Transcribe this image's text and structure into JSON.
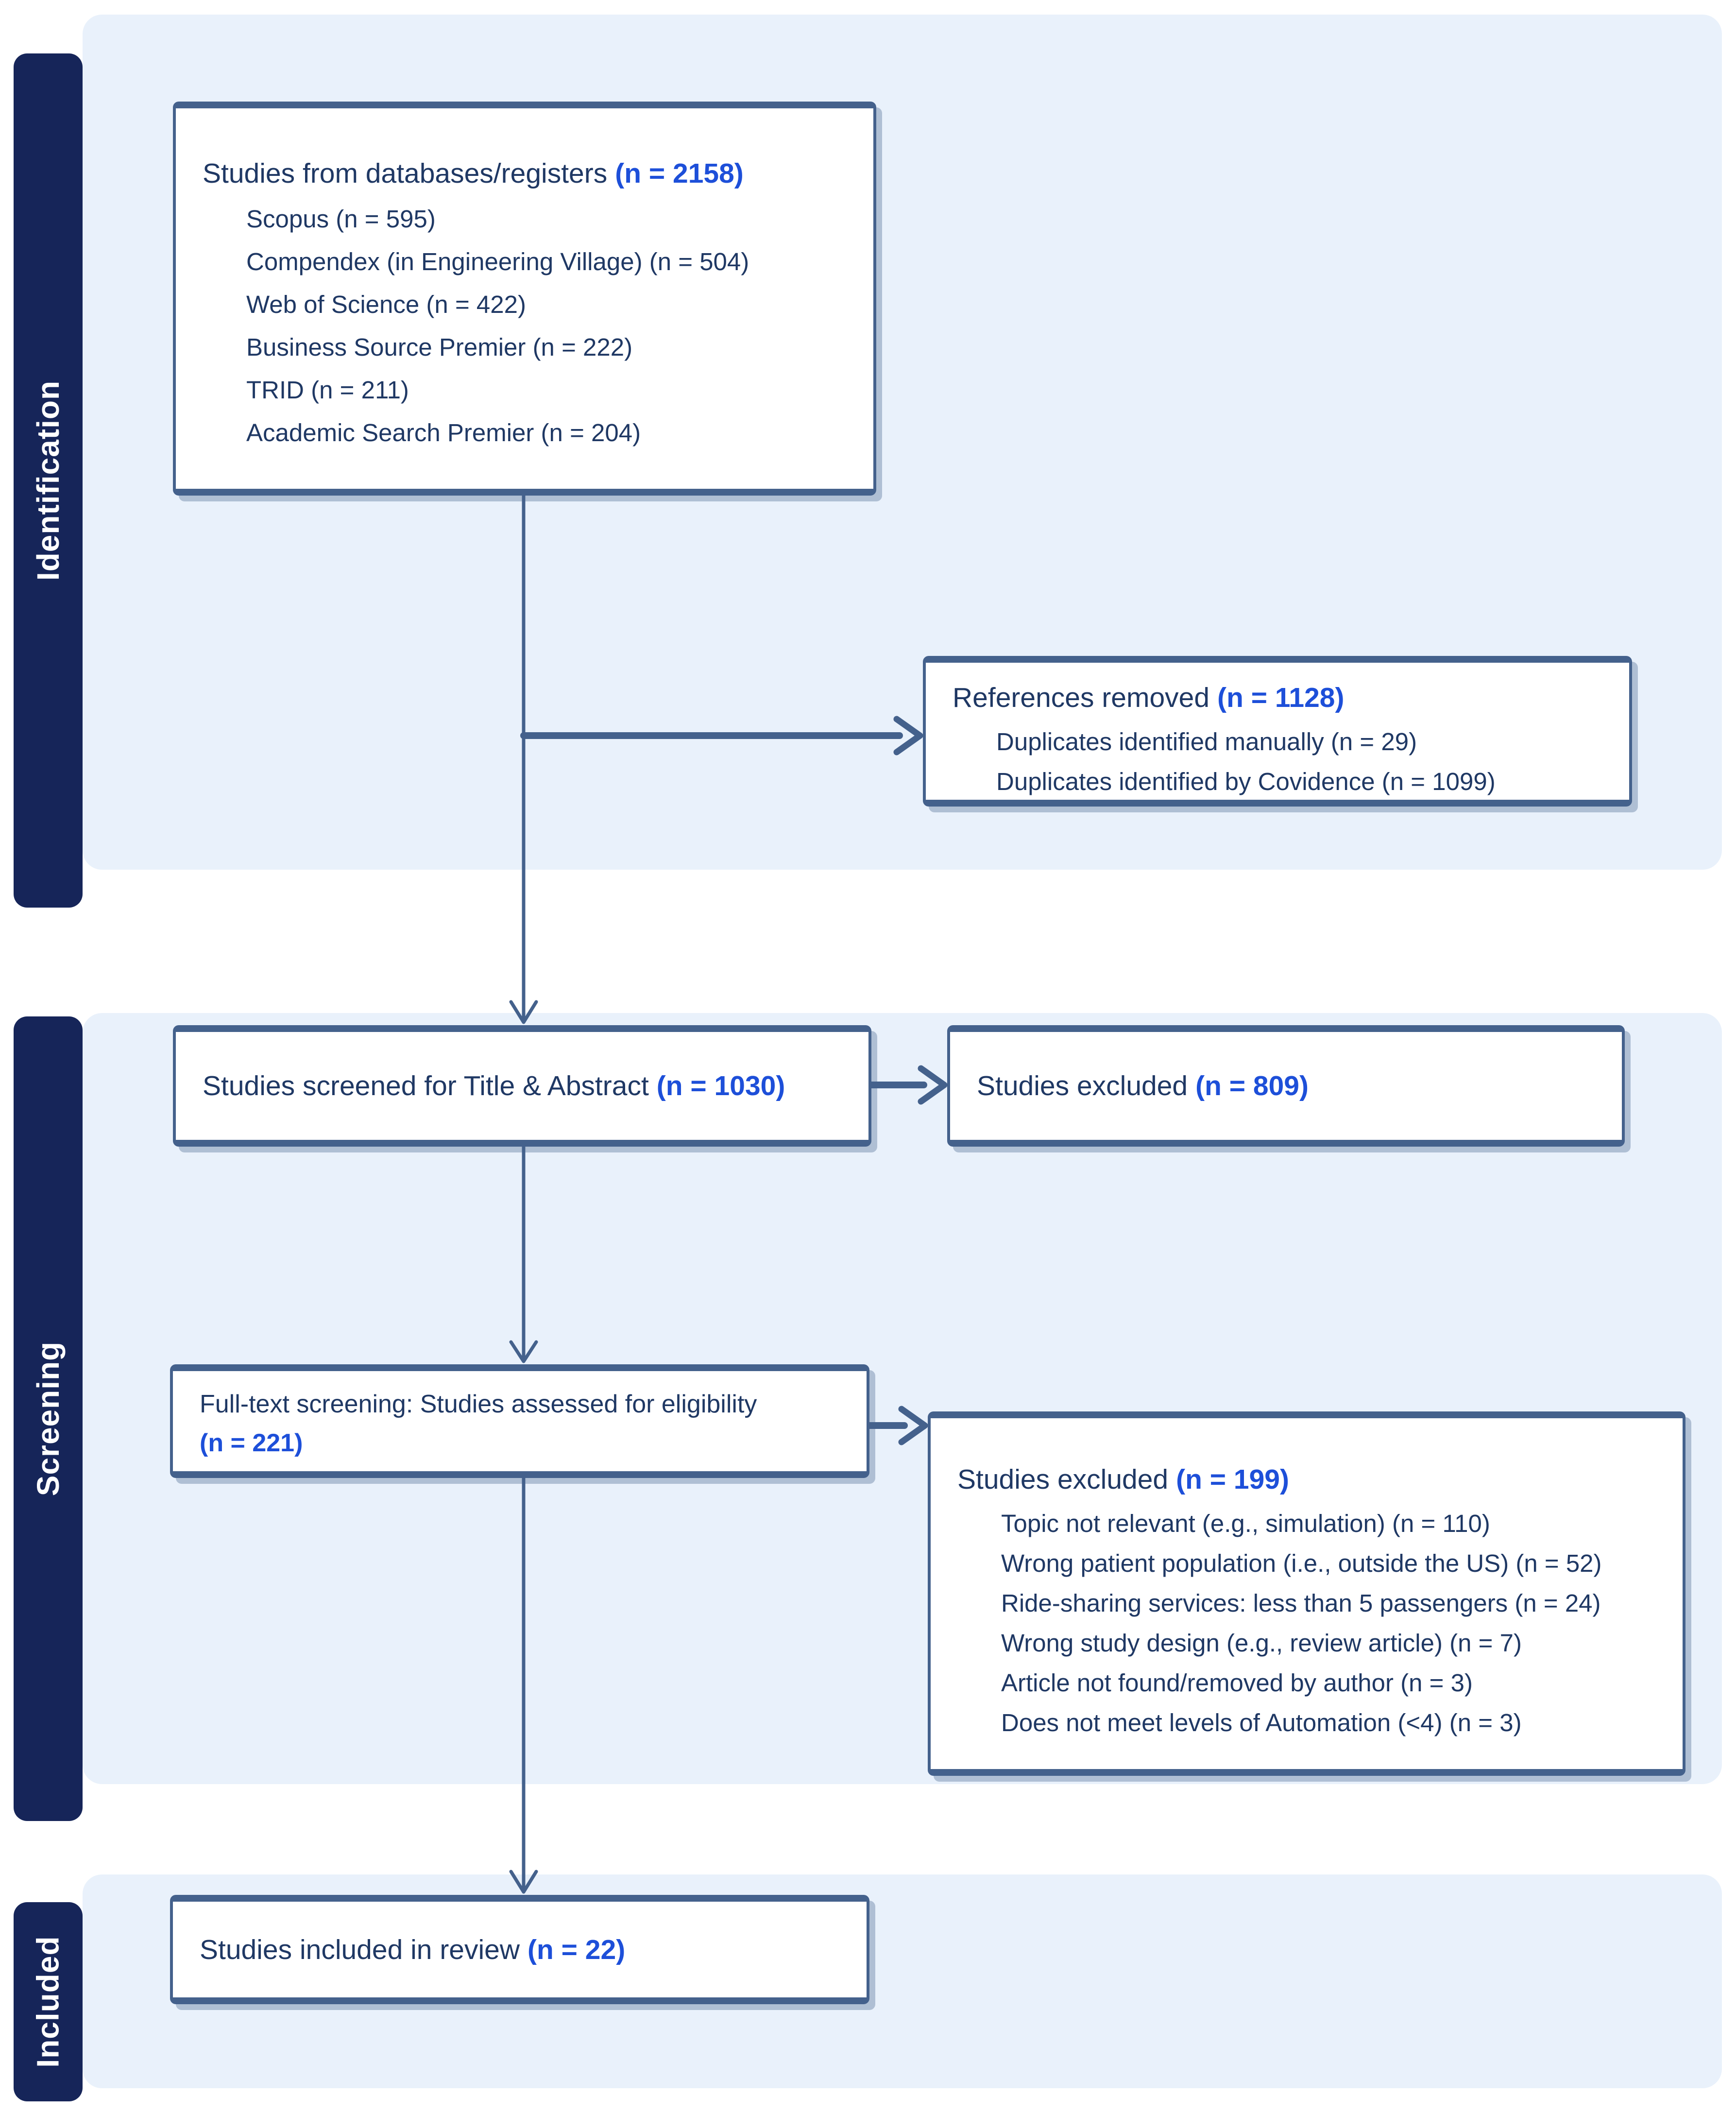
{
  "diagram": {
    "stages": {
      "identification": {
        "label": "Identification"
      },
      "screening": {
        "label": "Screening"
      },
      "included": {
        "label": "Included"
      }
    },
    "boxes": {
      "databases": {
        "title": "Studies from databases/registers",
        "count": "(n = 2158)",
        "items": [
          "Scopus (n = 595)",
          "Compendex (in Engineering Village) (n = 504)",
          "Web of Science (n = 422)",
          "Business Source Premier (n = 222)",
          "TRID (n = 211)",
          "Academic Search Premier (n = 204)"
        ]
      },
      "references_removed": {
        "title": "References removed",
        "count": "(n = 1128)",
        "items": [
          "Duplicates identified manually (n = 29)",
          "Duplicates identified by Covidence (n = 1099)"
        ]
      },
      "screened": {
        "title": "Studies screened for Title & Abstract",
        "count": "(n = 1030)"
      },
      "excluded_title_abstract": {
        "title": "Studies excluded",
        "count": "(n = 809)"
      },
      "fulltext": {
        "title": "Full-text screening: Studies assessed for eligibility",
        "count": "(n = 221)"
      },
      "excluded_fulltext": {
        "title": "Studies excluded",
        "count": "(n = 199)",
        "items": [
          "Topic not relevant (e.g., simulation) (n = 110)",
          "Wrong patient population (i.e., outside the US) (n = 52)",
          "Ride-sharing services: less than 5 passengers (n = 24)",
          "Wrong study design (e.g., review article) (n = 7)",
          "Article not found/removed by author (n = 3)",
          "Does not meet levels of Automation (<4) (n = 3)"
        ]
      },
      "included": {
        "title": "Studies included in review",
        "count": "(n = 22)"
      }
    },
    "colors": {
      "stage_band": "#162559",
      "panel": "#e9f1fb",
      "box_border": "#44618c",
      "body_text": "#1f3864",
      "count_text": "#1d4fd9",
      "arrow": "#44618c"
    }
  }
}
